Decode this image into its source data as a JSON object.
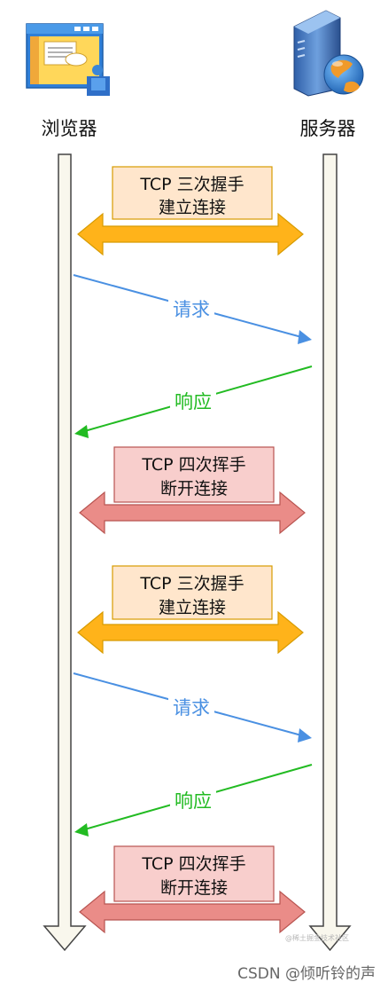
{
  "actors": {
    "left": {
      "label": "浏览器",
      "icon": "browser-window-icon"
    },
    "right": {
      "label": "服务器",
      "icon": "server-globe-icon"
    }
  },
  "steps": [
    {
      "kind": "box",
      "type": "handshake",
      "line1": "TCP 三次握手",
      "line2": "建立连接"
    },
    {
      "kind": "message",
      "type": "request",
      "label": "请求",
      "direction": "right"
    },
    {
      "kind": "message",
      "type": "response",
      "label": "响应",
      "direction": "left"
    },
    {
      "kind": "box",
      "type": "teardown",
      "line1": "TCP 四次挥手",
      "line2": "断开连接"
    },
    {
      "kind": "box",
      "type": "handshake",
      "line1": "TCP 三次握手",
      "line2": "建立连接"
    },
    {
      "kind": "message",
      "type": "request",
      "label": "请求",
      "direction": "right"
    },
    {
      "kind": "message",
      "type": "response",
      "label": "响应",
      "direction": "left"
    },
    {
      "kind": "box",
      "type": "teardown",
      "line1": "TCP 四次挥手",
      "line2": "断开连接"
    }
  ],
  "colors": {
    "handshake_box_fill": "#ffe6cc",
    "handshake_box_stroke": "#d79b00",
    "handshake_arrow_fill": "#ffb31a",
    "handshake_arrow_stroke": "#d79b00",
    "teardown_box_fill": "#f8cecc",
    "teardown_box_stroke": "#b85450",
    "teardown_arrow_fill": "#ea8c88",
    "teardown_arrow_stroke": "#b85450",
    "request": "#4a90e2",
    "response": "#22bb22",
    "lifeline_fill": "#f9f7ed",
    "lifeline_stroke": "#444444"
  },
  "watermark": "CSDN @倾听铃的声",
  "small_watermark": "@稀土掘金技术社区"
}
